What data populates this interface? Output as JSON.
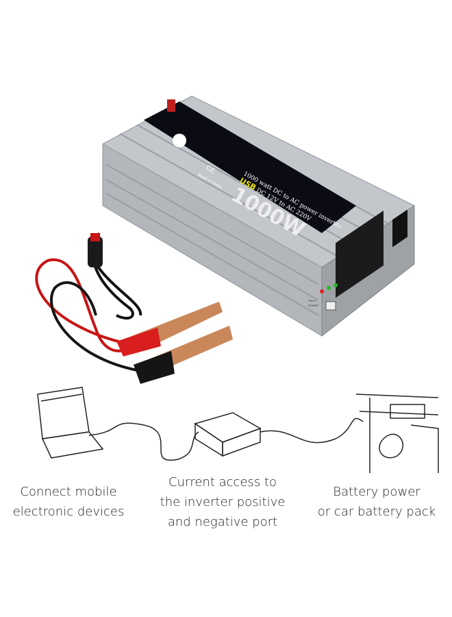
{
  "product": {
    "label_line1": "1000 watt DC to AC power inverter",
    "label_usb": "USB",
    "label_line2": "DC 12V to AC 220V",
    "label_power": "1000W",
    "made_in": "Made in China",
    "ce_mark": "CE",
    "led_fault": "FAULT",
    "led_power": "POWER",
    "colors": {
      "body": "#b9bcc0",
      "label": "#0b0b14",
      "usb_text": "#f2e600",
      "clamp_red": "#d81e1e",
      "clamp_copper": "#c9875a"
    }
  },
  "captions": {
    "left": [
      "Connect mobile",
      "electronic devices"
    ],
    "center": [
      "Current access to",
      "the inverter positive",
      "and negative port"
    ],
    "right": [
      "Battery power",
      "or car battery pack"
    ]
  }
}
